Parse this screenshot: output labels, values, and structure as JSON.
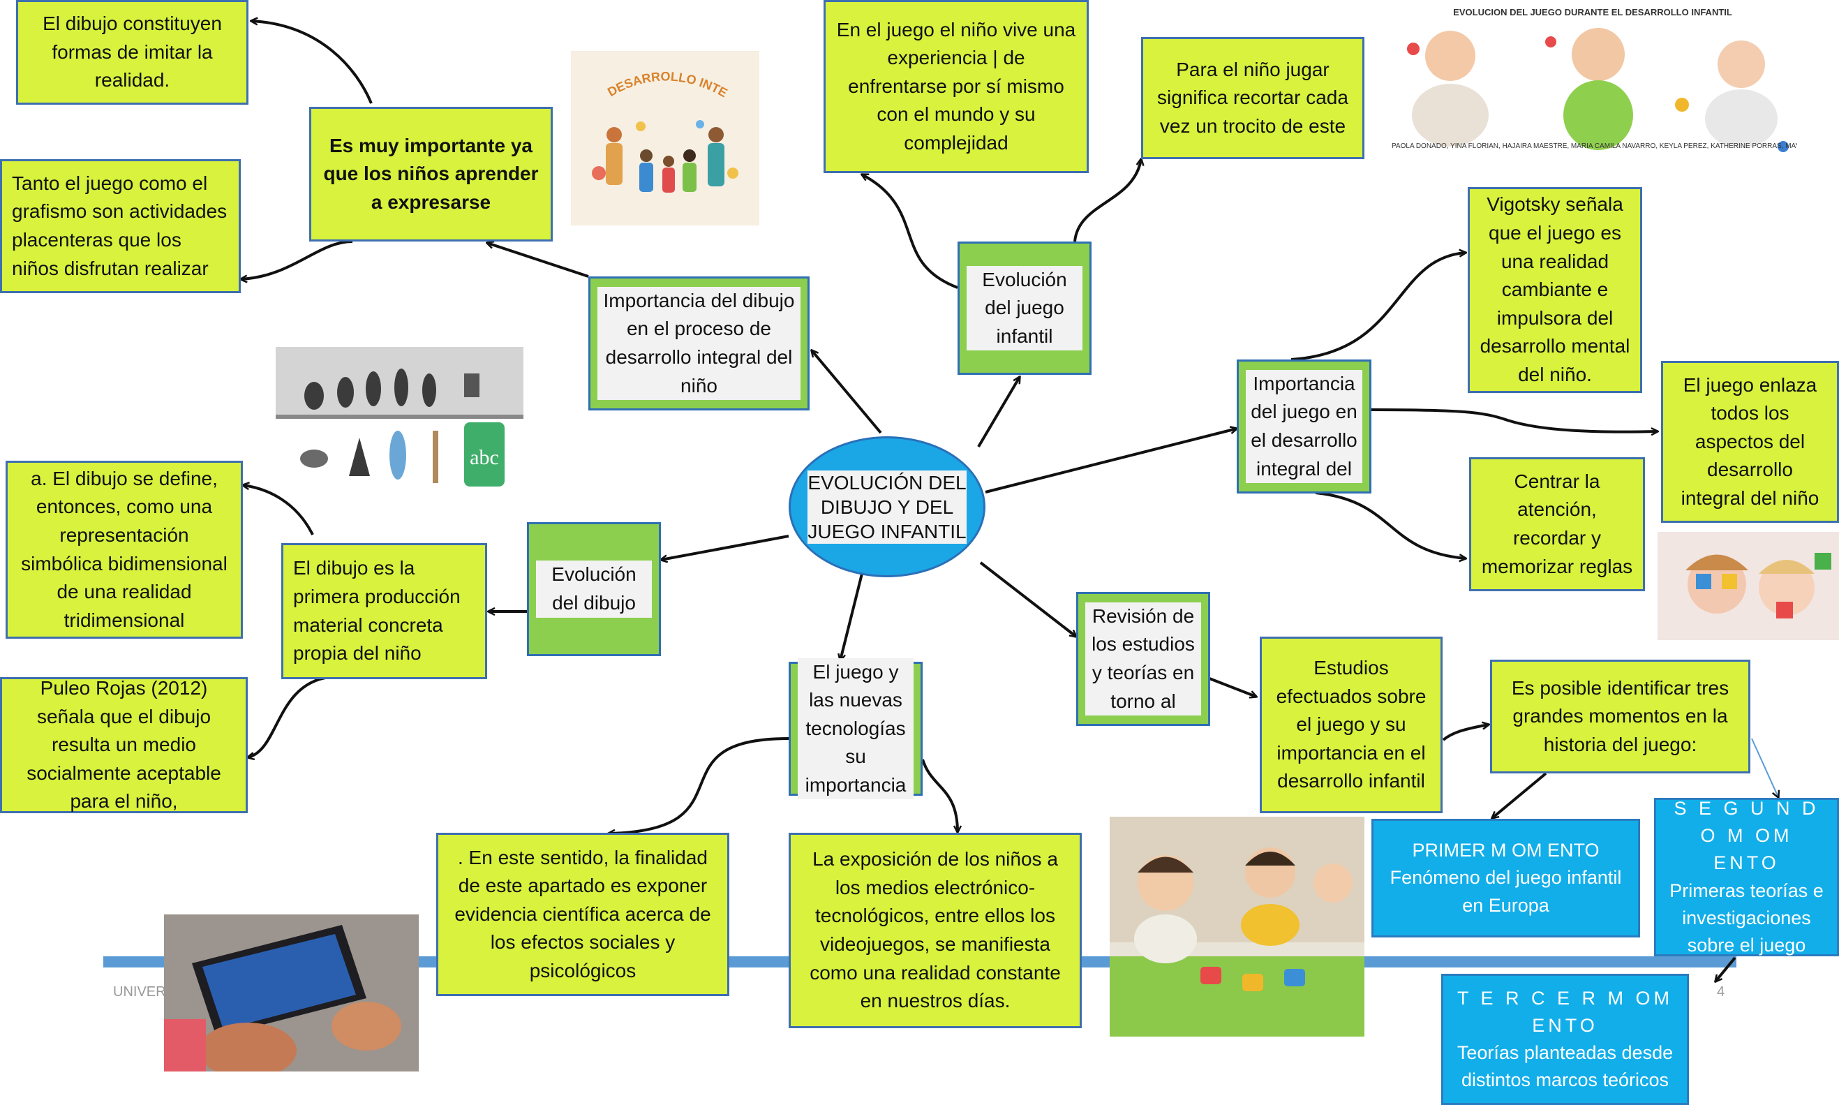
{
  "central": {
    "label": "EVOLUCIÓN DEL DIBUJO Y DEL JUEGO INFANTIL"
  },
  "branches": {
    "importancia_dibujo": "Importancia del dibujo en el proceso de desarrollo integral del niño",
    "evolucion_juego": "Evolución del juego infantil",
    "importancia_juego": "Importancia del juego en el desarrollo integral del",
    "evolucion_dibujo": "Evolución del dibujo",
    "juego_tecnologias": "El juego y las nuevas tecnologías su importancia",
    "revision_estudios": "Revisión de los estudios y teorías en torno al"
  },
  "leaves": {
    "muy_importante": "Es muy importante ya que los niños aprender a expresarse",
    "imitar_realidad": "El dibujo constituyen formas de imitar la realidad.",
    "juego_grafismo": "Tanto el juego como el grafismo son actividades placenteras que los niños disfrutan realizar",
    "experiencia": "En el juego el niño vive una experiencia | de enfrentarse por sí mismo con el mundo y su complejidad",
    "recortar": "Para el niño jugar significa recortar cada vez un trocito de este",
    "vigotsky": "Vigotsky señala que el juego es una realidad cambiante e impulsora del desarrollo mental del niño.",
    "enlaza": "El juego enlaza todos los aspectos del desarrollo integral del niño",
    "centrar": "Centrar la atención, recordar y memorizar reglas",
    "primera_produccion": "El dibujo es la primera producción material concreta propia del niño",
    "define": "a. El dibujo se define, entonces, como una representación simbólica bidimensional de una realidad tridimensional",
    "puleo": "Puleo Rojas (2012) señala que el dibujo resulta un medio socialmente aceptable para el niño,",
    "finalidad": ". En este sentido, la finalidad de este apartado es exponer evidencia científica acerca de los efectos sociales y psicológicos",
    "exposicion": "La exposición de los niños a los medios electrónico-tecnológicos, entre ellos los videojuegos, se manifiesta como una realidad constante en nuestros días.",
    "estudios": "Estudios efectuados sobre el juego y su importancia en el desarrollo infantil",
    "tres_momentos": "Es posible identificar tres grandes momentos en la historia del juego:"
  },
  "momentos": {
    "primero_title": "PRIMER M OM ENTO",
    "primero_text": "Fenómeno del juego infantil en Europa",
    "segundo_title": "S E G U N D O M OM ENTO",
    "segundo_text": "Primeras teorías e investigaciones sobre el juego",
    "tercero_title": "T E R C E R M OM ENTO",
    "tercero_text": "Teorías planteadas desde distintos marcos teóricos"
  },
  "images": {
    "desarrollo_integral_title": "DESARROLLO INTEGRAL",
    "evolucion_title": "EVOLUCION DEL JUEGO DURANTE EL DESARROLLO INFANTIL",
    "evolucion_credits": "PAOLA DONADO, YINA FLORIAN, HAJAIRA MAESTRE, MARIA CAMILA NAVARRO, KEYLA PEREZ, KATHERINE PORRAS, MAYRA ROJAS,NELCY SUAREZ",
    "abc_text": "abc"
  },
  "footer": {
    "left_text": "UNIVER",
    "page_number": "4"
  },
  "colors": {
    "lime": "#d8f23d",
    "green": "#8ccf4e",
    "blue": "#12aee9",
    "center": "#1ba6e6",
    "bar": "#5b9bd5"
  }
}
